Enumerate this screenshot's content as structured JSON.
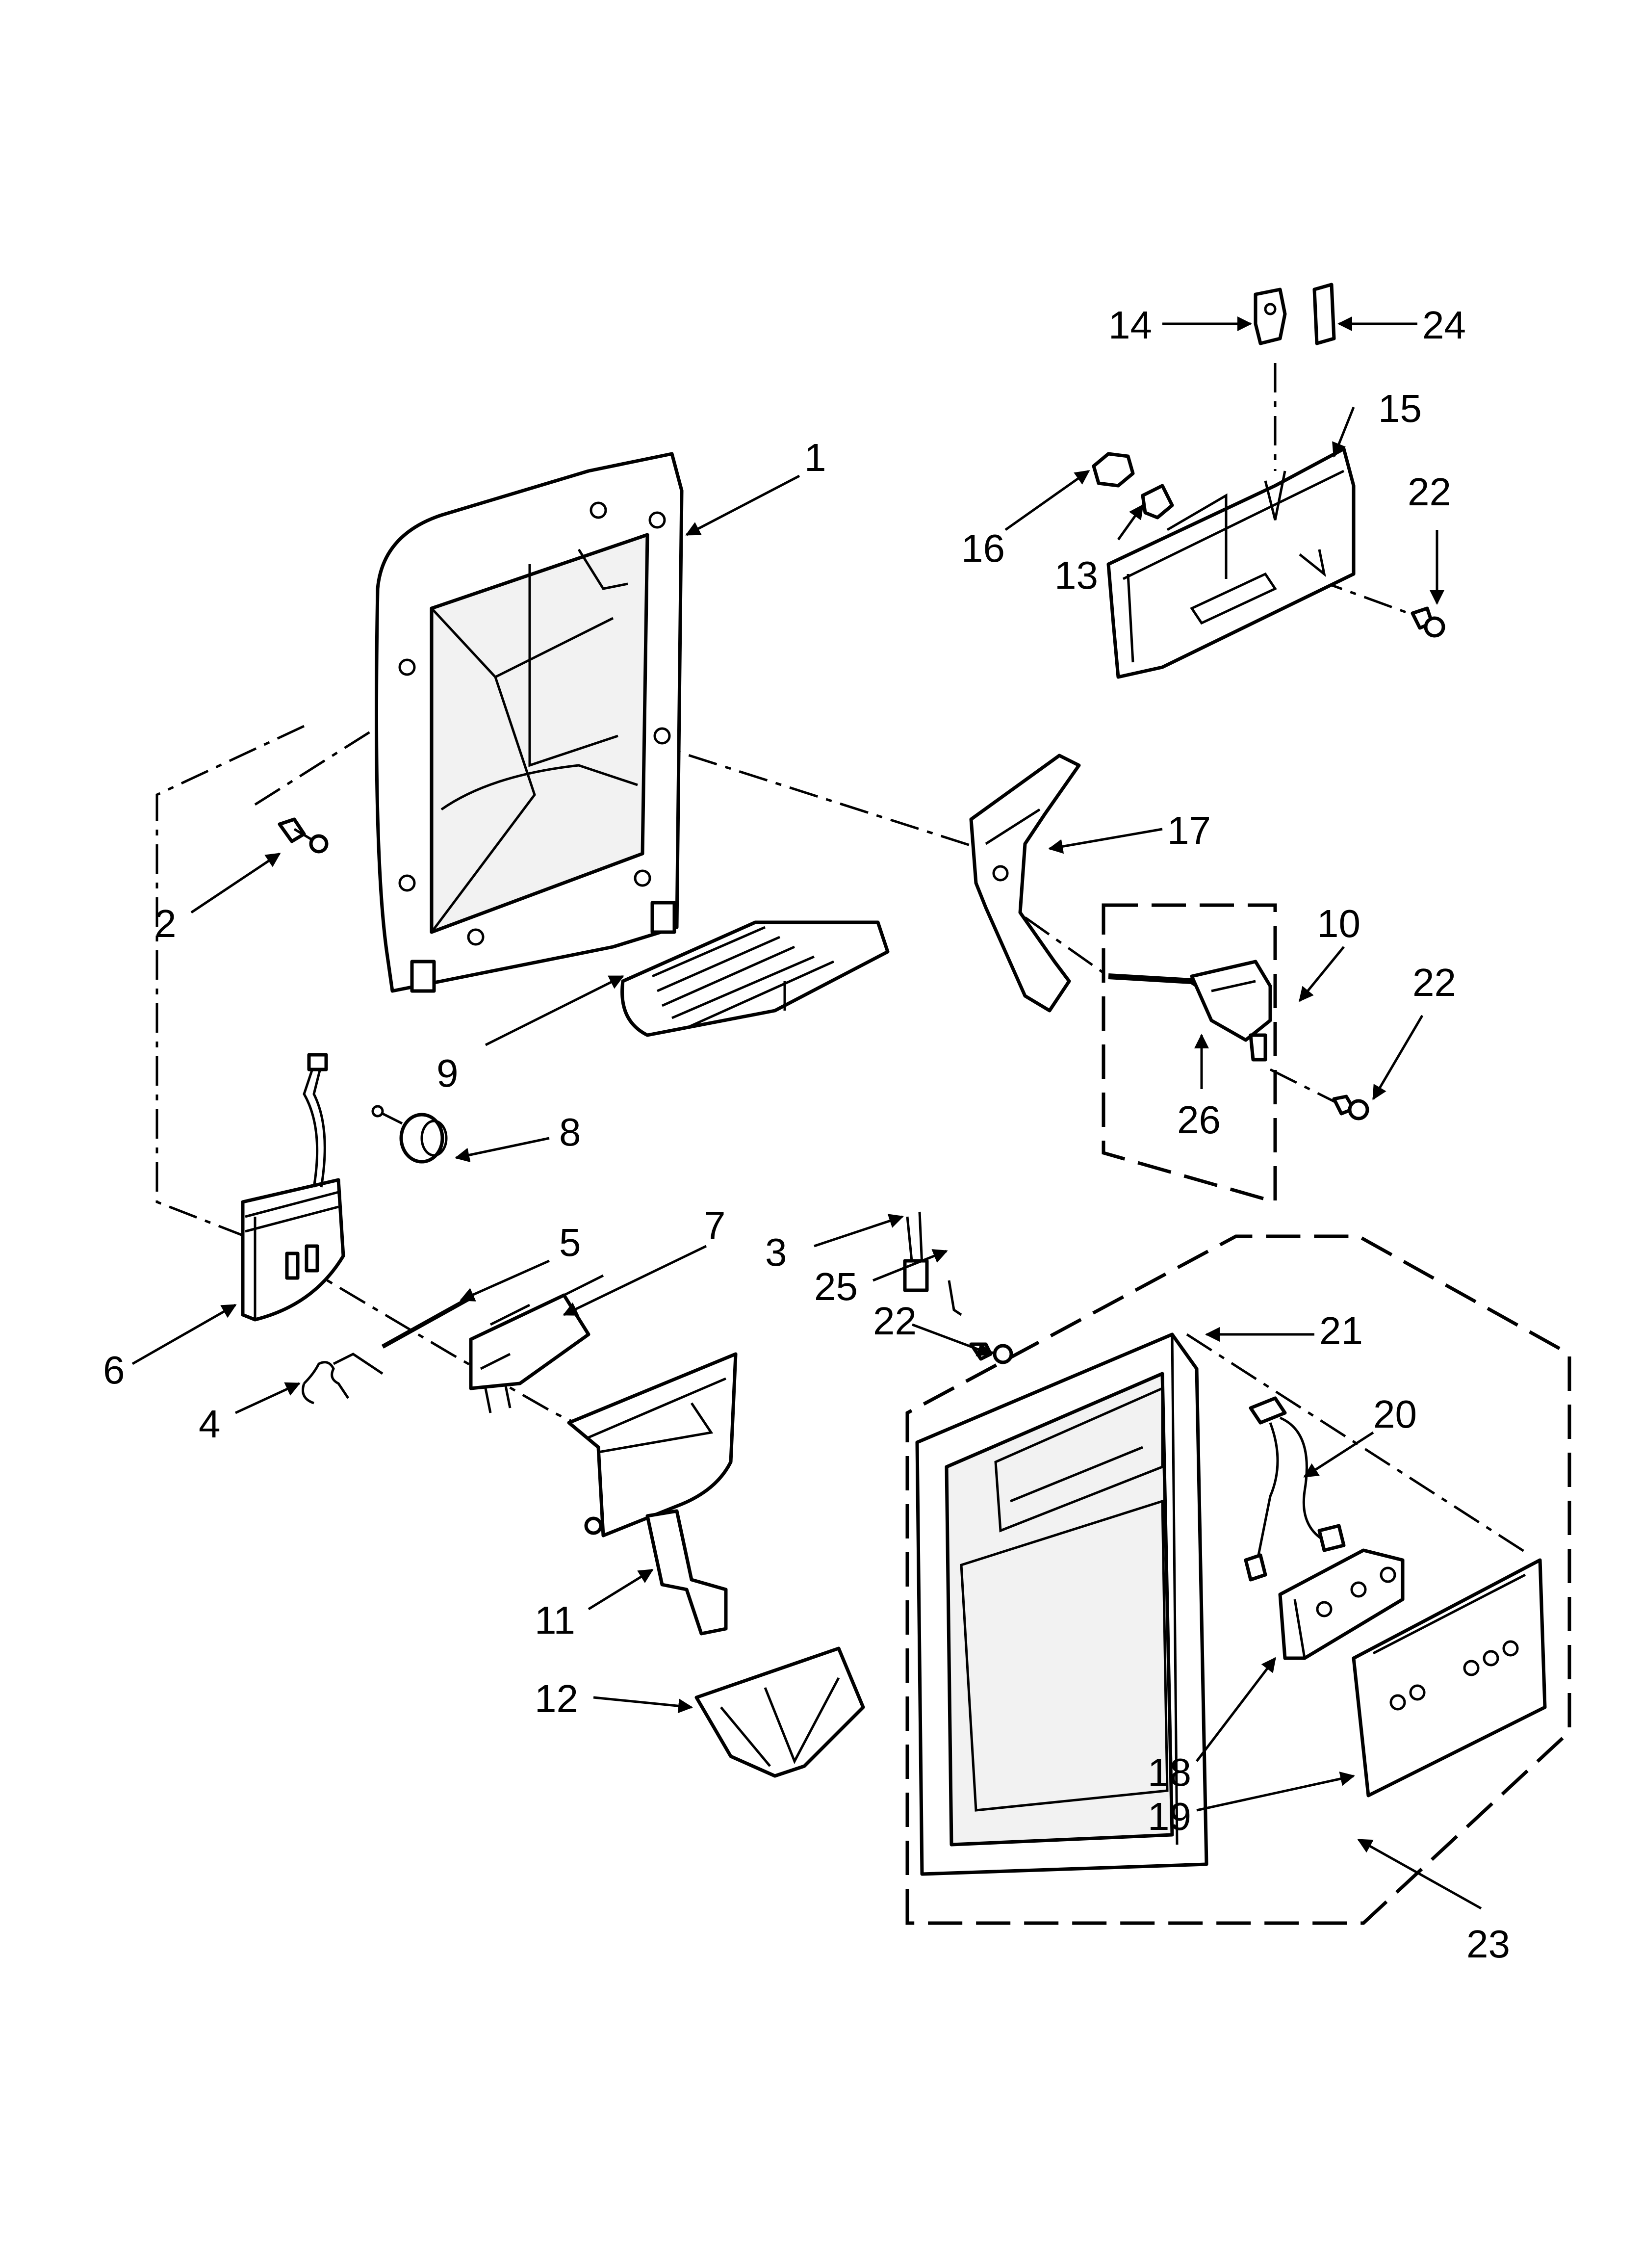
{
  "callouts": [
    {
      "id": "1",
      "label": "1"
    },
    {
      "id": "2",
      "label": "2"
    },
    {
      "id": "3",
      "label": "3"
    },
    {
      "id": "4",
      "label": "4"
    },
    {
      "id": "5",
      "label": "5"
    },
    {
      "id": "6",
      "label": "6"
    },
    {
      "id": "7",
      "label": "7"
    },
    {
      "id": "8",
      "label": "8"
    },
    {
      "id": "9",
      "label": "9"
    },
    {
      "id": "10",
      "label": "10"
    },
    {
      "id": "11",
      "label": "11"
    },
    {
      "id": "12",
      "label": "12"
    },
    {
      "id": "13",
      "label": "13"
    },
    {
      "id": "14",
      "label": "14"
    },
    {
      "id": "15",
      "label": "15"
    },
    {
      "id": "16",
      "label": "16"
    },
    {
      "id": "17",
      "label": "17"
    },
    {
      "id": "18",
      "label": "18"
    },
    {
      "id": "19",
      "label": "19"
    },
    {
      "id": "20",
      "label": "20"
    },
    {
      "id": "21",
      "label": "21"
    },
    {
      "id": "22a",
      "label": "22"
    },
    {
      "id": "22b",
      "label": "22"
    },
    {
      "id": "22c",
      "label": "22"
    },
    {
      "id": "23",
      "label": "23"
    },
    {
      "id": "24",
      "label": "24"
    },
    {
      "id": "25",
      "label": "25"
    },
    {
      "id": "26",
      "label": "26"
    }
  ]
}
